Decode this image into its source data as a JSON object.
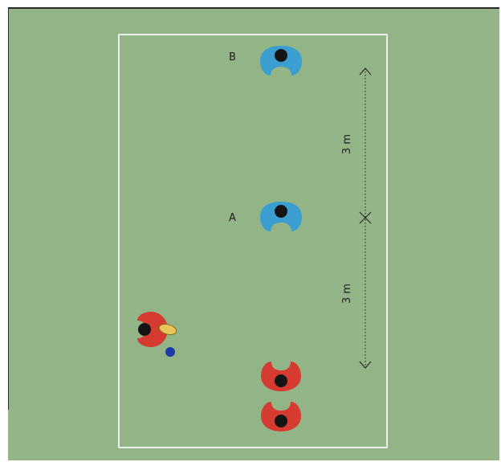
{
  "players": {
    "b_label": "B",
    "a_label": "A"
  },
  "distances": {
    "upper": "3 m",
    "lower": "3 m"
  },
  "colors": {
    "field": "#93b486",
    "defender": "#3a9fd0",
    "attacker": "#d63b32",
    "ball": "#e8c45a",
    "marker": "#1d3aa8"
  },
  "icons": [
    "defender-icon",
    "attacker-icon",
    "rugby-ball-icon",
    "cone-icon"
  ]
}
